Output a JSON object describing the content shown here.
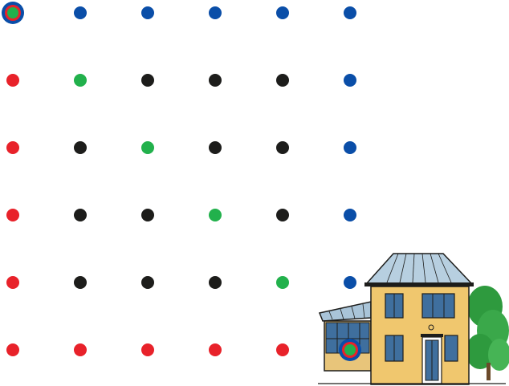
{
  "colors": {
    "red": "#e8222a",
    "blue": "#0a4ea8",
    "black": "#1d1d1b",
    "green": "#22b14c"
  },
  "grid": {
    "rows": [
      [
        "start",
        "blue",
        "blue",
        "blue",
        "blue",
        "blue"
      ],
      [
        "red",
        "green",
        "black",
        "black",
        "black",
        "blue"
      ],
      [
        "red",
        "black",
        "green",
        "black",
        "black",
        "blue"
      ],
      [
        "red",
        "black",
        "black",
        "green",
        "black",
        "blue"
      ],
      [
        "red",
        "black",
        "black",
        "black",
        "green",
        "blue"
      ],
      [
        "red",
        "red",
        "red",
        "red",
        "red",
        "end"
      ]
    ]
  },
  "illustration": {
    "icon": "house-icon"
  }
}
